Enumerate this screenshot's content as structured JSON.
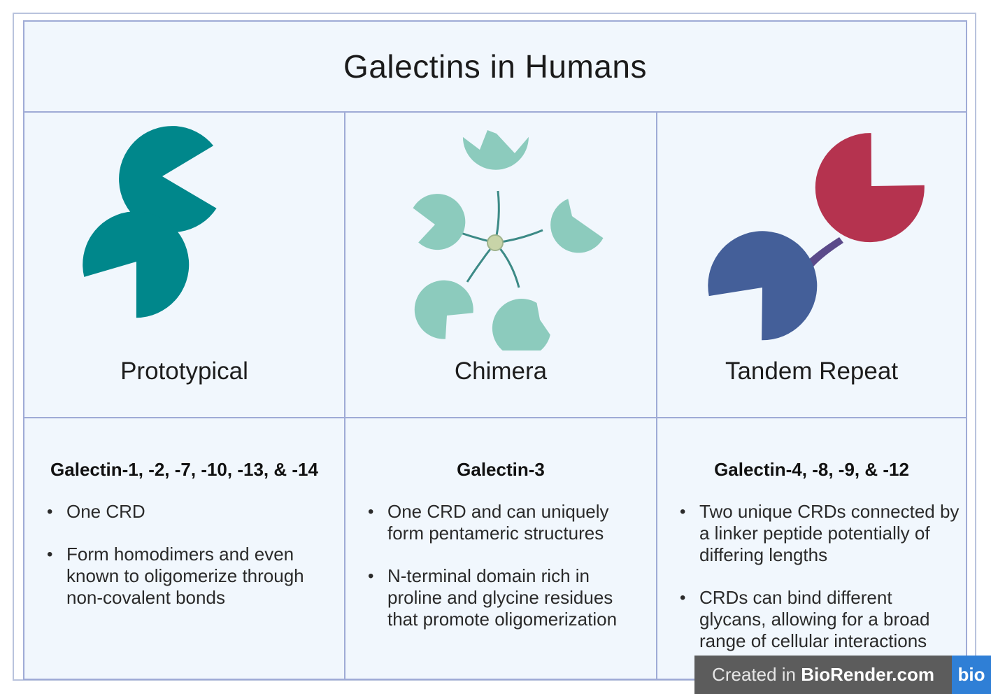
{
  "title": "Galectins in Humans",
  "columns": [
    {
      "label": "Prototypical",
      "members": "Galectin-1, -2, -7, -10, -13, & -14",
      "bullets": [
        "One CRD",
        "Form homodimers and even known to oligomerize through non-covalent bonds"
      ],
      "color": "#00878b"
    },
    {
      "label": "Chimera",
      "members": "Galectin-3",
      "bullets": [
        "One CRD and can uniquely form pentameric structures",
        "N-terminal domain rich in proline and glycine residues that promote oligomerization"
      ],
      "color": "#8ccbbd"
    },
    {
      "label": "Tandem Repeat",
      "members": "Galectin-4, -8, -9, & -12",
      "bullets": [
        "Two unique CRDs connected by a linker peptide potentially of differing lengths",
        "CRDs can bind different glycans, allowing for a broad range of cellular interactions"
      ],
      "colors": [
        "#b5334f",
        "#445f99"
      ]
    }
  ],
  "watermark": {
    "prefix": "Created in ",
    "brand": "BioRender.com",
    "logo": "bio"
  }
}
